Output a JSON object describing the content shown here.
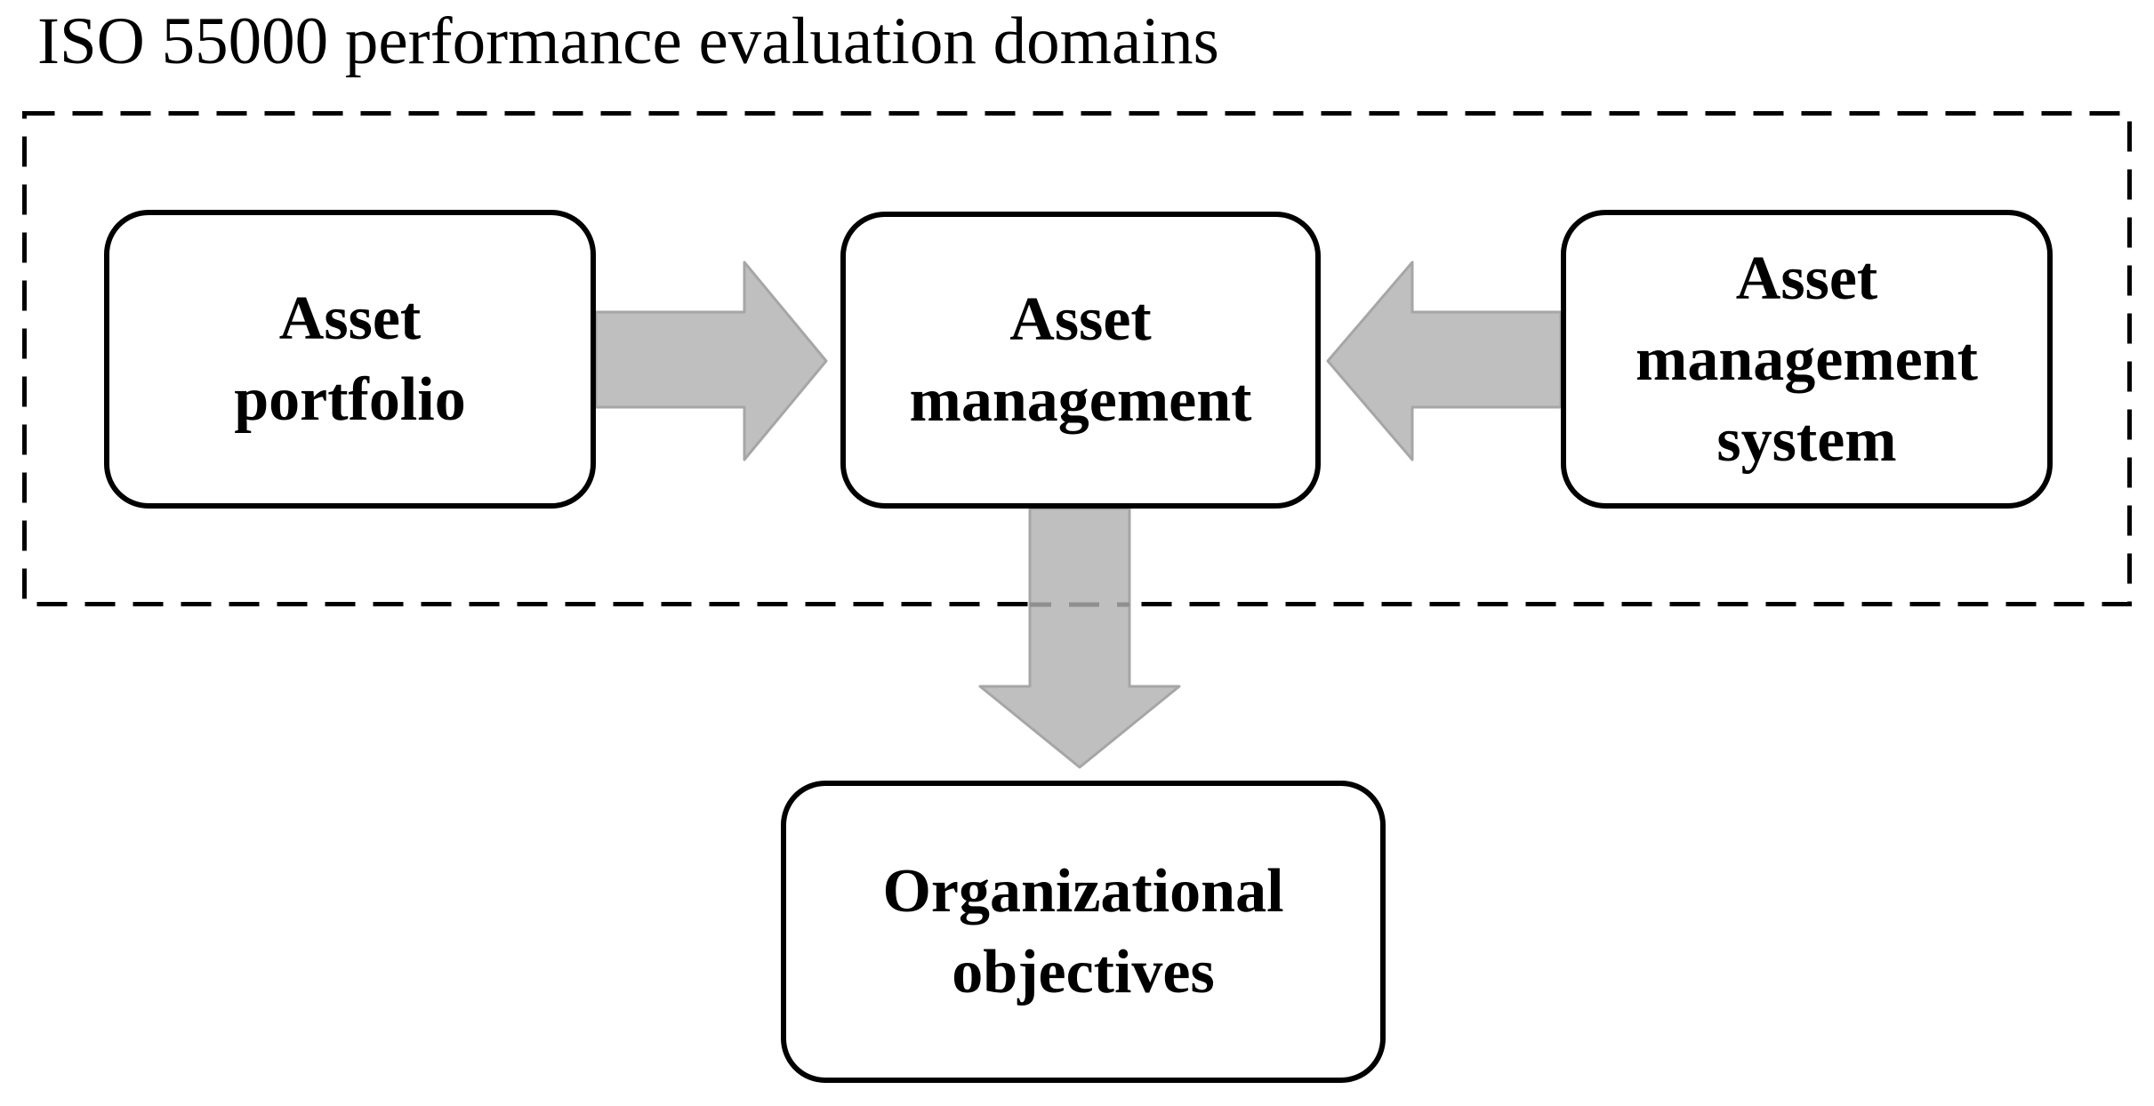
{
  "diagram": {
    "title": "ISO 55000 performance evaluation domains",
    "nodes": [
      {
        "id": "asset_portfolio",
        "label": "Asset\nportfolio"
      },
      {
        "id": "asset_management",
        "label": "Asset\nmanagement"
      },
      {
        "id": "asset_management_system",
        "label": "Asset\nmanagement\nsystem"
      },
      {
        "id": "organizational_objectives",
        "label": "Organizational\nobjectives"
      }
    ],
    "edges": [
      {
        "from": "asset_portfolio",
        "to": "asset_management",
        "direction": "right"
      },
      {
        "from": "asset_management_system",
        "to": "asset_management",
        "direction": "left"
      },
      {
        "from": "asset_management",
        "to": "organizational_objectives",
        "direction": "down"
      }
    ],
    "boundary": "dashed rectangle enclosing Asset portfolio, Asset management and Asset management system"
  },
  "colors": {
    "background": "#ffffff",
    "line": "#000000",
    "text": "#000000",
    "arrow_fill": "#bfbfbf",
    "arrow_outline": "#a6a6a6",
    "dash_over_arrow": "#8f8f8f"
  }
}
